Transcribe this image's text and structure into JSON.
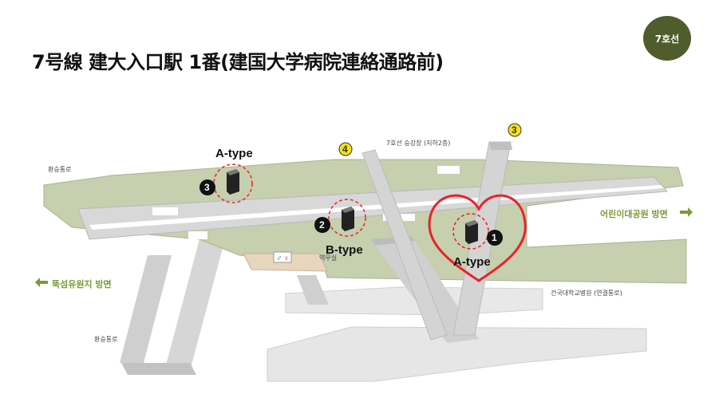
{
  "title": "7号線 建大入口駅 1番(建国大学病院連絡通路前)",
  "line_badge": "7호선",
  "labels": {
    "platform": "7호선 승강장 (지하2층)",
    "transfer_top": "환승통로",
    "transfer_bottom": "환승통로",
    "station_office": "역무실",
    "hospital": "건국대학교병원 (연결통로)",
    "dir_right": "어린이대공원 방면",
    "dir_left": "뚝섬유원지 방면"
  },
  "exits": [
    {
      "number": "4",
      "color": "#f4e21c"
    },
    {
      "number": "3",
      "color": "#f4e21c"
    }
  ],
  "machines": [
    {
      "number": "3",
      "type": "A-type"
    },
    {
      "number": "2",
      "type": "B-type"
    },
    {
      "number": "1",
      "type": "A-type"
    }
  ],
  "colors": {
    "accent": "#4f5c2c",
    "highlight": "#e8232a",
    "floor": "#c6cfae",
    "direction": "#7a9a3a"
  }
}
